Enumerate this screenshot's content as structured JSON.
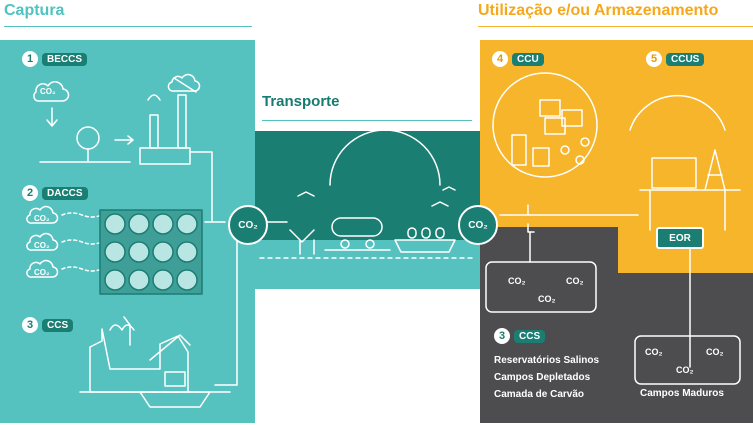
{
  "titles": {
    "captura": "Captura",
    "transporte": "Transporte",
    "utilizacao": "Utilização e/ou Armazenamento"
  },
  "captura": {
    "items": [
      {
        "num": "1",
        "label": "BECCS"
      },
      {
        "num": "2",
        "label": "DACCS"
      },
      {
        "num": "3",
        "label": "CCS"
      }
    ]
  },
  "utilizacao": {
    "ccu": {
      "num": "4",
      "label": "CCU"
    },
    "ccus": {
      "num": "5",
      "label": "CCUS"
    },
    "ccs": {
      "num": "3",
      "label": "CCS"
    },
    "eor": "EOR",
    "ccs_list": [
      "Reservatórios Salinos",
      "Campos Depletados",
      "Camada de Carvão"
    ],
    "campos_maduros": "Campos Maduros"
  },
  "co2": "CO₂",
  "colors": {
    "teal_light": "#56c2bf",
    "teal_dark": "#1a7e73",
    "yellow": "#f6b52a",
    "gray": "#4d4d4f"
  }
}
